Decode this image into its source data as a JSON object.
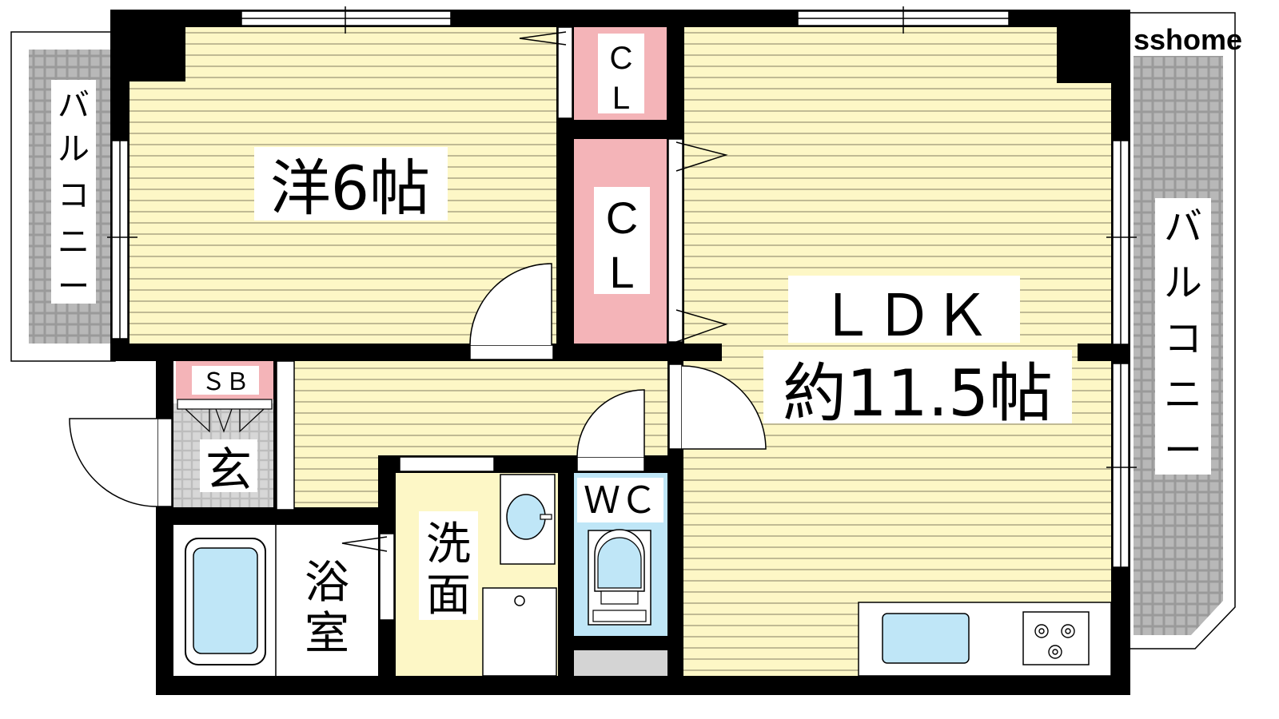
{
  "watermark": "sshome",
  "rooms": {
    "western_room": "洋6帖",
    "closet_upper": [
      "C",
      "L"
    ],
    "closet_middle": [
      "C",
      "L"
    ],
    "ldk_title": "ＬＤＫ",
    "ldk_size": "約11.5帖",
    "shoe_box": "ＳＢ",
    "entrance": "玄",
    "bath": [
      "浴",
      "室"
    ],
    "washroom": [
      "洗",
      "面"
    ],
    "toilet": "ＷＣ"
  },
  "balcony_left": [
    "バ",
    "ル",
    "コ",
    "ニ",
    "ー"
  ],
  "balcony_right": [
    "バ",
    "ル",
    "コ",
    "ニ",
    "ー"
  ],
  "colors": {
    "floor": "#fdf7c6",
    "floor_line": "#a09a78",
    "wall": "#000000",
    "closet": "#f4b4b8",
    "water": "#bfe6f7",
    "balcony": "#9a9a9a",
    "utility": "#d4d4d4",
    "washroom_floor": "#fdf7c6"
  }
}
